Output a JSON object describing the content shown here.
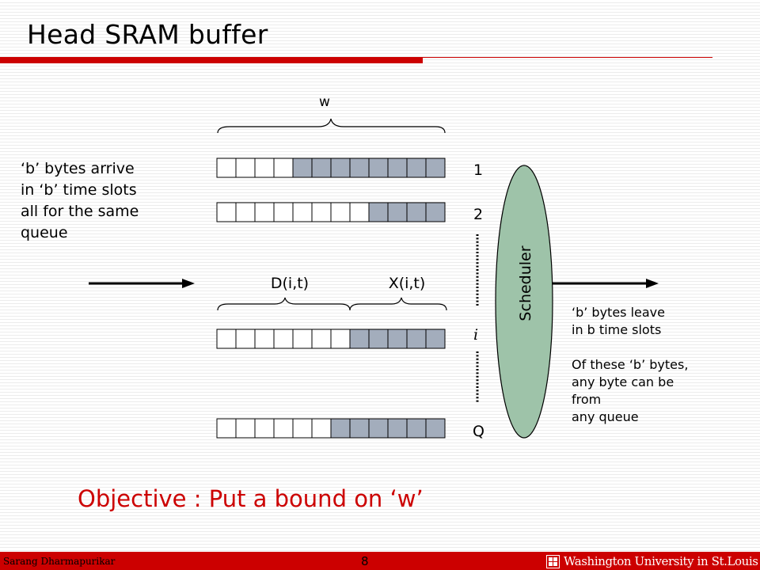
{
  "slide": {
    "title": "Head SRAM buffer",
    "objective": "Objective : Put a bound on ‘w’"
  },
  "diagram": {
    "width_label": "w",
    "d_label": "D(i,t)",
    "x_label": "X(i,t)",
    "scheduler_label": "Scheduler",
    "queue_labels": {
      "first": "1",
      "second": "2",
      "middle": "i",
      "last": "Q"
    },
    "queues": [
      {
        "label": "1",
        "total_cells": 12,
        "filled_cells": 8
      },
      {
        "label": "2",
        "total_cells": 12,
        "filled_cells": 4
      },
      {
        "label": "i",
        "total_cells": 12,
        "filled_cells": 5
      },
      {
        "label": "Q",
        "total_cells": 12,
        "filled_cells": 6
      }
    ],
    "arrive_text": [
      "‘b’ bytes arrive",
      "in ‘b’ time slots",
      "all for the same",
      "queue"
    ],
    "leave_text": [
      "‘b’ bytes leave",
      "in b time slots"
    ],
    "leave_text_2": [
      "Of these ‘b’ bytes,",
      "any byte can be",
      "from",
      "any queue"
    ]
  },
  "footer": {
    "author": "Sarang Dharmapurikar",
    "page_number": "8",
    "university": "Washington University in St.Louis",
    "logo_icon": "university-shield-icon"
  },
  "colors": {
    "accent_red": "#cc0000",
    "filled_cell": "#a3adbc",
    "scheduler_fill": "#9ec3a9"
  }
}
